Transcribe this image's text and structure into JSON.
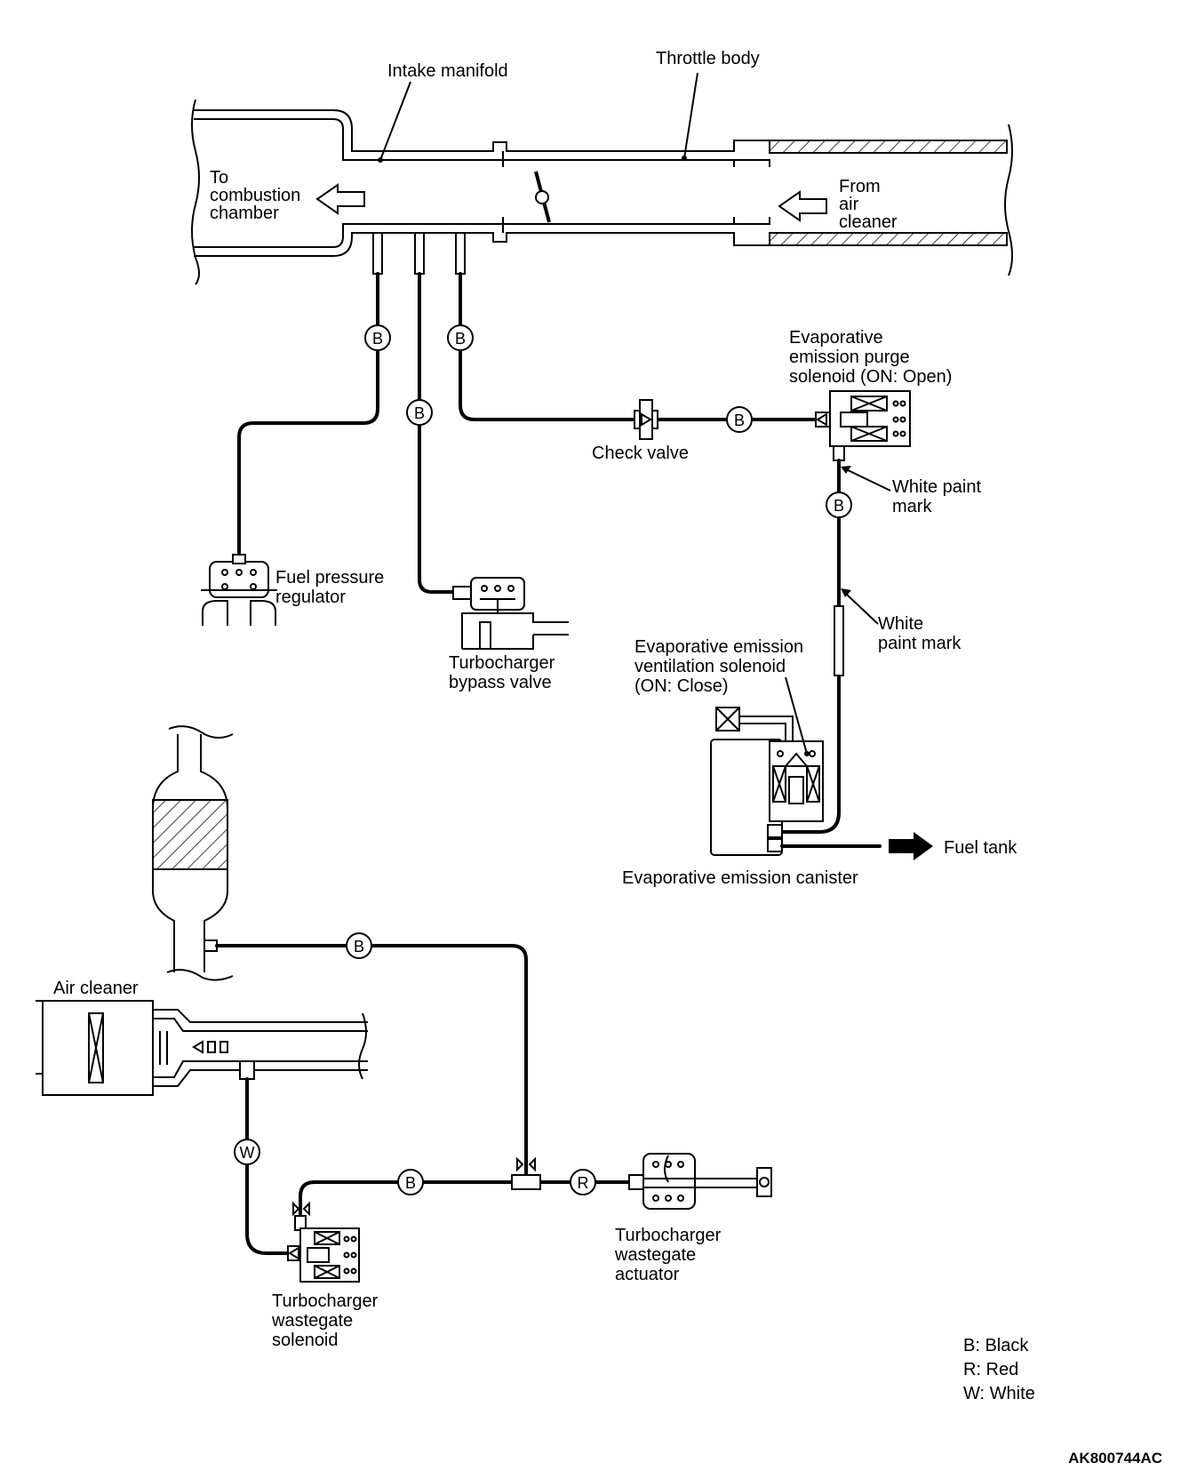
{
  "labels": {
    "intake_manifold": "Intake manifold",
    "throttle_body": "Throttle body",
    "to_combustion": [
      "To",
      "combustion",
      "chamber"
    ],
    "from_air_cleaner": [
      "From",
      "air",
      "cleaner"
    ],
    "purge_solenoid": [
      "Evaporative",
      "emission purge",
      "solenoid (ON: Open)"
    ],
    "check_valve": "Check valve",
    "white_paint_mark_1": [
      "White paint",
      "mark"
    ],
    "white_paint_mark_2": [
      "White",
      "paint mark"
    ],
    "fuel_pressure_regulator": [
      "Fuel pressure",
      "regulator"
    ],
    "bypass_valve": [
      "Turbocharger",
      "bypass valve"
    ],
    "ventilation_solenoid": [
      "Evaporative emission",
      "ventilation solenoid",
      "(ON: Close)"
    ],
    "canister": "Evaporative emission canister",
    "fuel_tank": "Fuel tank",
    "air_cleaner": "Air cleaner",
    "wastegate_solenoid": [
      "Turbocharger",
      "wastegate",
      "solenoid"
    ],
    "wastegate_actuator": [
      "Turbocharger",
      "wastegate",
      "actuator"
    ]
  },
  "hose_badges": {
    "regulator_hose": "B",
    "bypass_hose": "B",
    "purge_hose_upper": "B",
    "purge_hose_lower": "B",
    "canister_hose": "B",
    "intercooler_hose": "B",
    "air_cleaner_hose": "W",
    "solenoid_hose": "B",
    "actuator_hose": "R"
  },
  "legend": [
    "B: Black",
    "R: Red",
    "W: White"
  ],
  "figure_code": "AK800744AC"
}
